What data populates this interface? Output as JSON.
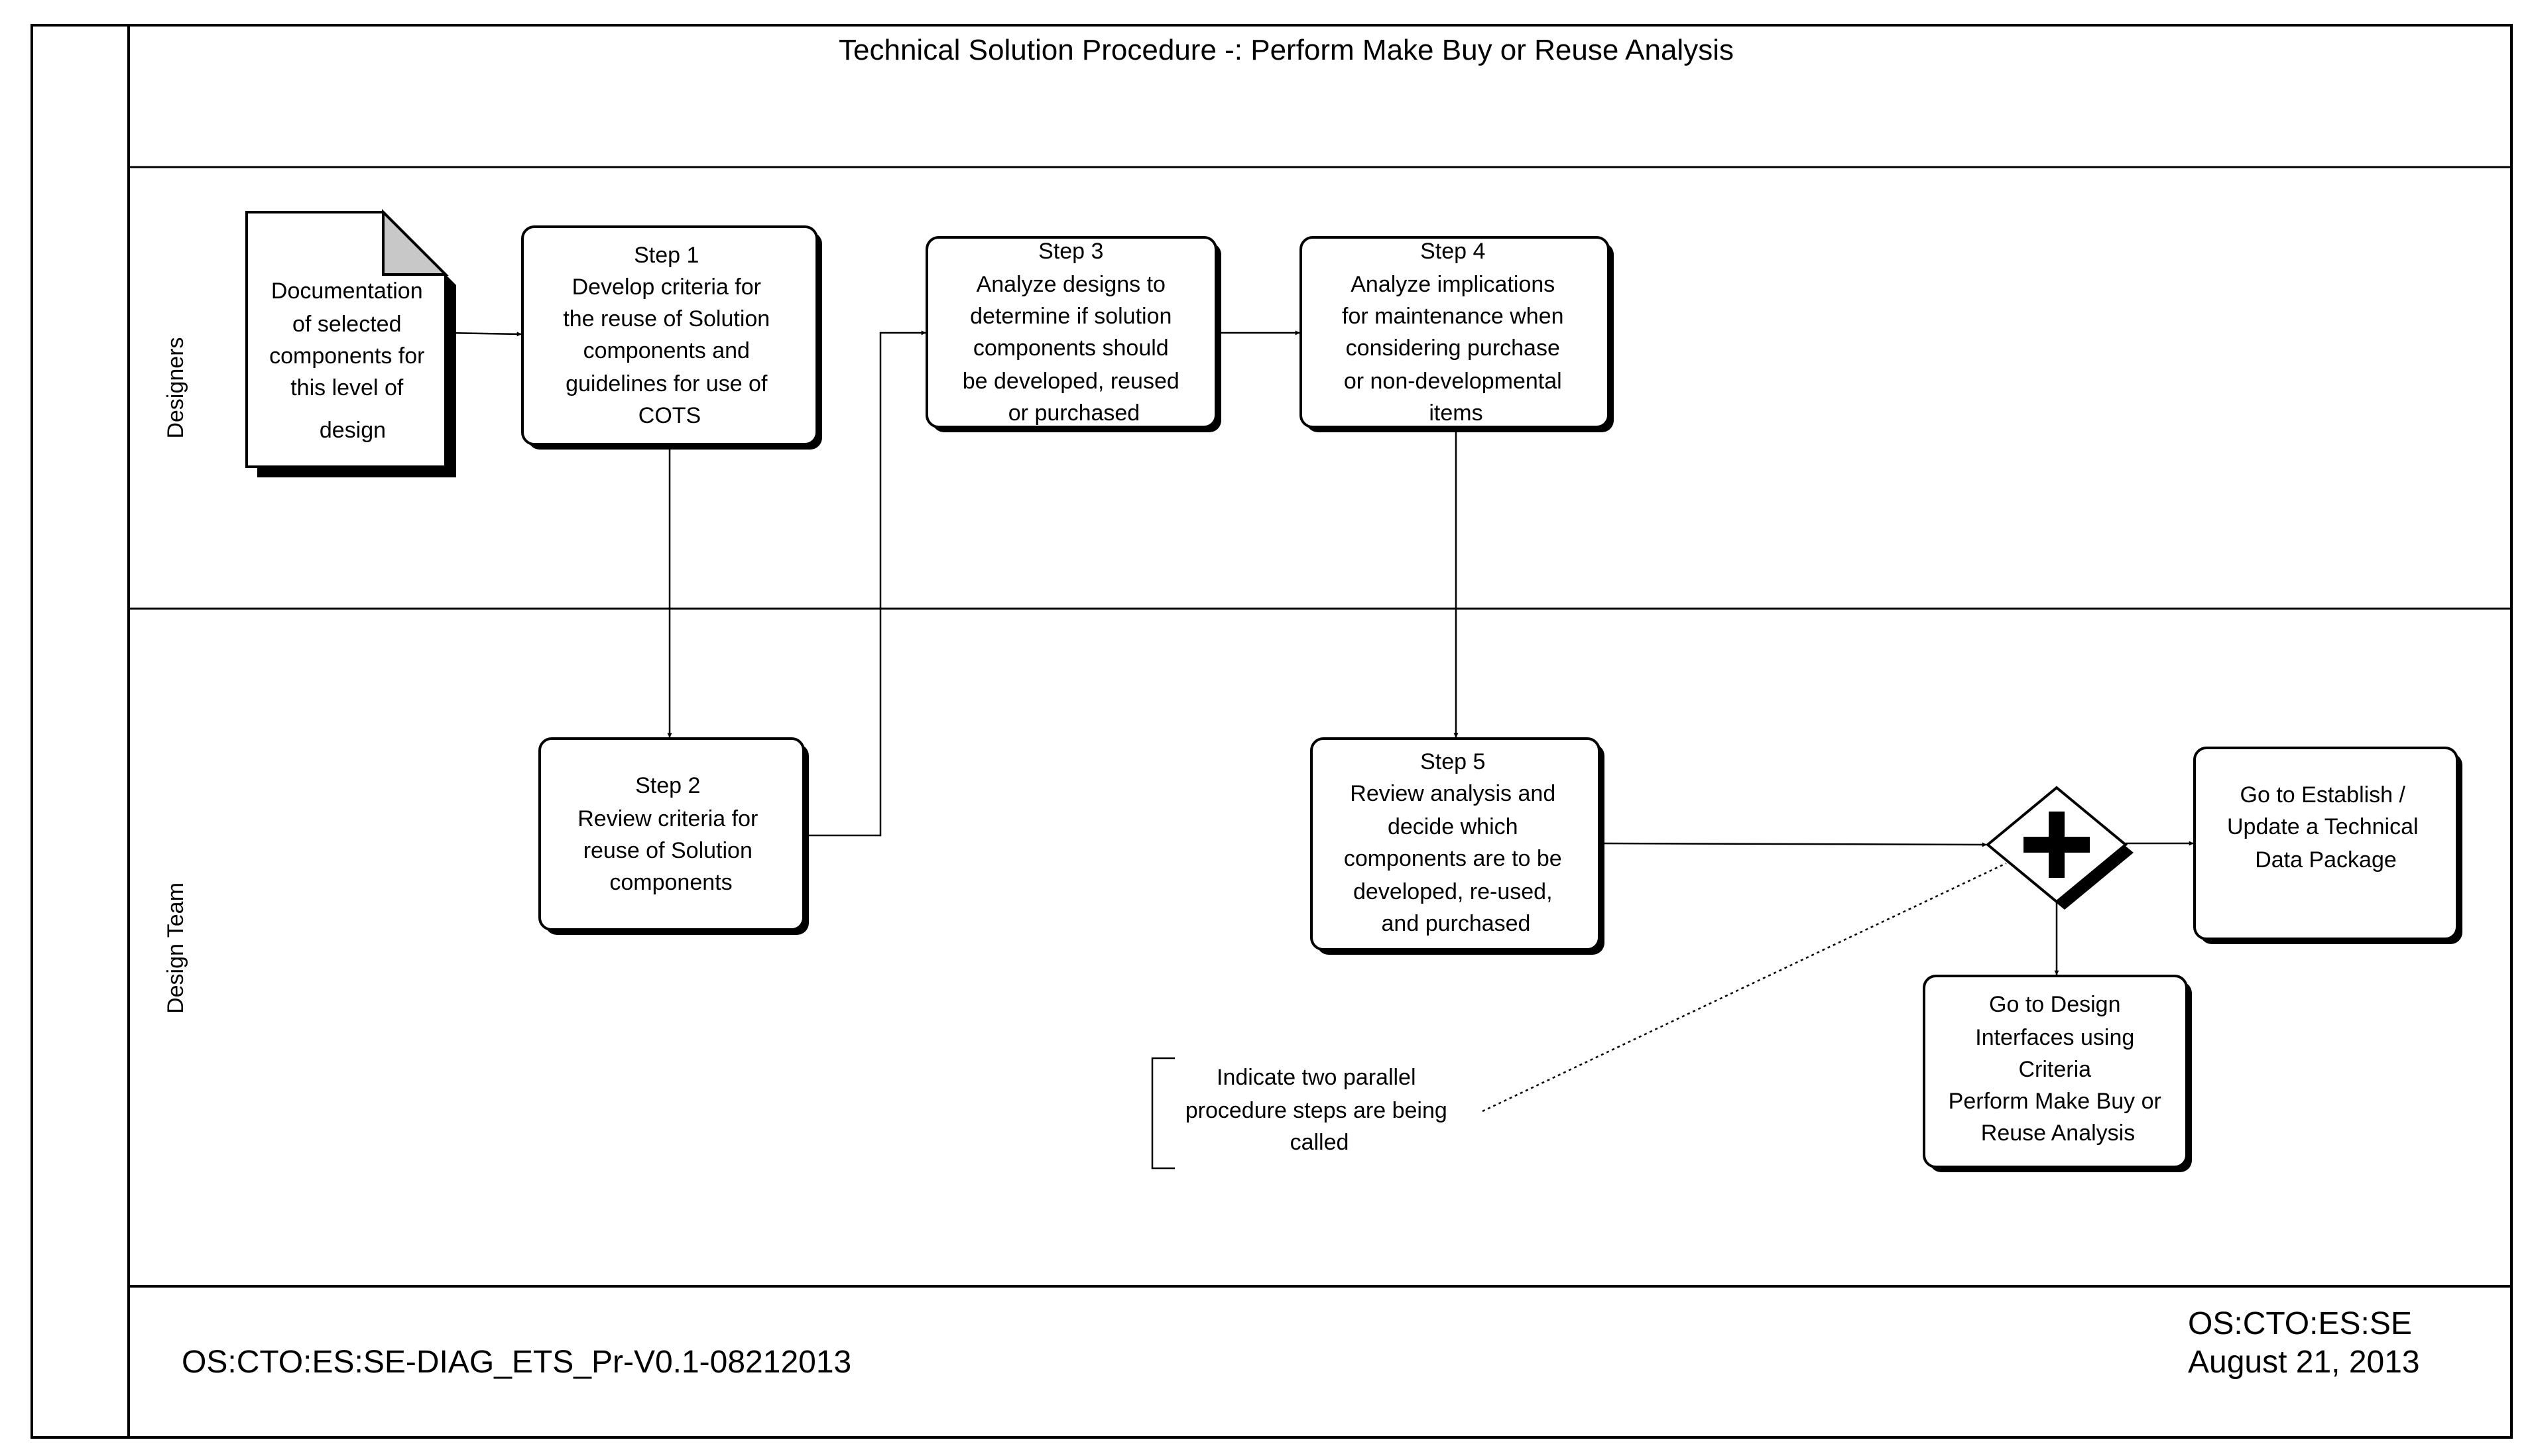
{
  "title": "Technical Solution Procedure -: Perform Make Buy or Reuse Analysis",
  "lanes": {
    "designers": "Designers",
    "design_team": "Design Team"
  },
  "document": {
    "lines": [
      "Documentation",
      "of selected",
      "components for",
      "this level of",
      "design"
    ]
  },
  "steps": {
    "step1": [
      "Step 1",
      "Develop criteria for",
      "the reuse of Solution",
      "components and",
      "guidelines for use of",
      "COTS"
    ],
    "step2": [
      "Step 2",
      "Review criteria for",
      "reuse of Solution",
      "components"
    ],
    "step3": [
      "Step 3",
      "Analyze designs to",
      "determine if solution",
      "components should",
      "be developed, reused",
      "or purchased"
    ],
    "step4": [
      "Step 4",
      "Analyze implications",
      "for maintenance when",
      "considering purchase",
      "or non-developmental",
      "items"
    ],
    "step5": [
      "Step 5",
      "Review analysis and",
      "decide which",
      "components are to be",
      "developed, re-used,",
      "and purchased"
    ]
  },
  "outcomes": {
    "establish": [
      "Go to Establish /",
      "Update a Technical",
      "Data Package"
    ],
    "design_interfaces": [
      "Go to Design",
      "Interfaces using",
      "Criteria",
      "Perform Make Buy or",
      "Reuse Analysis"
    ]
  },
  "annotation": [
    "Indicate two parallel",
    "procedure steps are being",
    "called"
  ],
  "footer": {
    "doc_id": "OS:CTO:ES:SE-DIAG_ETS_Pr-V0.1-08212013",
    "org": "OS:CTO:ES:SE",
    "date": "August 21, 2013"
  },
  "gateway_icon": "plus-parallel-gateway-icon"
}
